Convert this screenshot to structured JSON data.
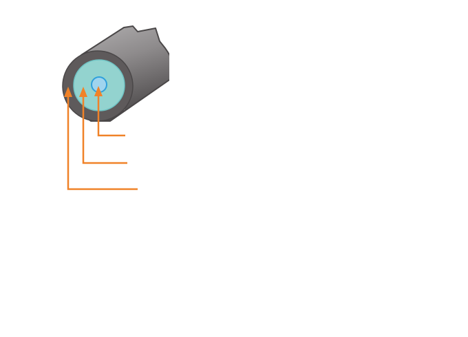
{
  "diagram": {
    "subject": "cable-cross-section",
    "colors": {
      "background": "#ffffff",
      "jacket_dark": "#5e5a5b",
      "jacket_outline": "#4a4748",
      "body_light": "#a9a7a8",
      "body_dark": "#5b5859",
      "cladding": "#93d3cf",
      "cladding_outline": "#6fc3c4",
      "core": "#9fd4ee",
      "core_outline": "#2e9fdc",
      "leader": "#f08228"
    },
    "layers": [
      {
        "id": "core",
        "icon": "core-circle"
      },
      {
        "id": "cladding",
        "icon": "cladding-ring"
      },
      {
        "id": "jacket",
        "icon": "jacket-ring"
      }
    ],
    "leaders": [
      {
        "target": "core"
      },
      {
        "target": "cladding"
      },
      {
        "target": "jacket"
      }
    ]
  }
}
